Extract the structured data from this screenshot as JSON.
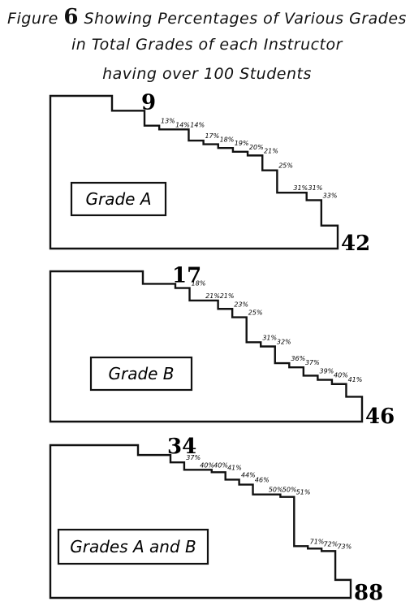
{
  "title": {
    "prefix": "Figure",
    "number": "6",
    "line1_rest": "Showing Percentages of Various Grades",
    "line2": "in Total Grades of each Instructor",
    "line3": "having over 100 Students"
  },
  "chart_data": [
    {
      "type": "bar",
      "label": "Grade A",
      "start": "9",
      "end": "42",
      "values": [
        9,
        13,
        14,
        14,
        17,
        18,
        19,
        20,
        21,
        25,
        31,
        31,
        33,
        42
      ],
      "value_labels": [
        "9",
        "13%",
        "14%",
        "14%",
        "17%",
        "18%",
        "19%",
        "20%",
        "21%",
        "25%",
        "31%",
        "31%",
        "33%",
        "42"
      ]
    },
    {
      "type": "bar",
      "label": "Grade B",
      "start": "17",
      "end": "46",
      "values": [
        17,
        18,
        21,
        21,
        23,
        25,
        31,
        32,
        36,
        37,
        39,
        40,
        41,
        46
      ],
      "value_labels": [
        "17",
        "18%",
        "21%",
        "21%",
        "23%",
        "25%",
        "31%",
        "32%",
        "36%",
        "37%",
        "39%",
        "40%",
        "41%",
        "46"
      ]
    },
    {
      "type": "bar",
      "label": "Grades A and B",
      "start": "34",
      "end": "88",
      "values": [
        34,
        37,
        40,
        40,
        41,
        44,
        46,
        50,
        50,
        51,
        71,
        72,
        73,
        88
      ],
      "value_labels": [
        "34",
        "37%",
        "40%",
        "40%",
        "41%",
        "44%",
        "46%",
        "50%",
        "50%",
        "51%",
        "71%",
        "72%",
        "73%",
        "88"
      ]
    }
  ]
}
